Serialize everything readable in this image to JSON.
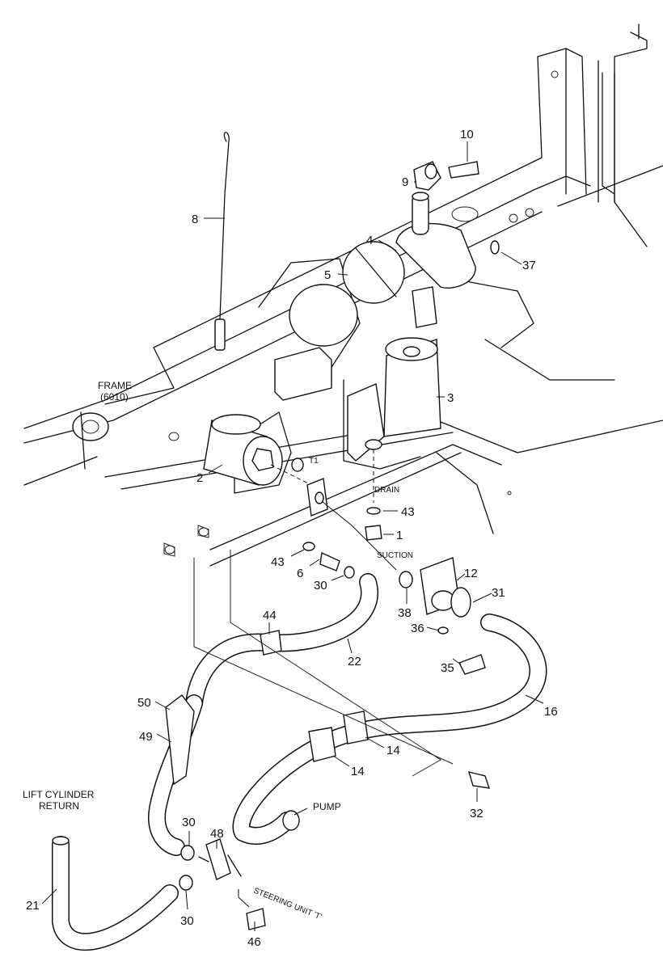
{
  "diagram": {
    "callouts": [
      "10",
      "9",
      "8",
      "4",
      "37",
      "5",
      "3",
      "2",
      "43",
      "1",
      "43",
      "6",
      "30",
      "12",
      "31",
      "38",
      "44",
      "36",
      "22",
      "35",
      "16",
      "50",
      "49",
      "14",
      "14",
      "32",
      "48",
      "30",
      "21",
      "30",
      "46"
    ],
    "notes": {
      "frame_line1": "FRAME",
      "frame_line2": "(6010)",
      "t1": "T1",
      "drain": "DRAIN",
      "suction": "SUCTION",
      "pump": "PUMP",
      "lift_line1": "LIFT CYLINDER",
      "lift_line2": "RETURN",
      "steering": "STEERING UNIT 'T'"
    }
  }
}
